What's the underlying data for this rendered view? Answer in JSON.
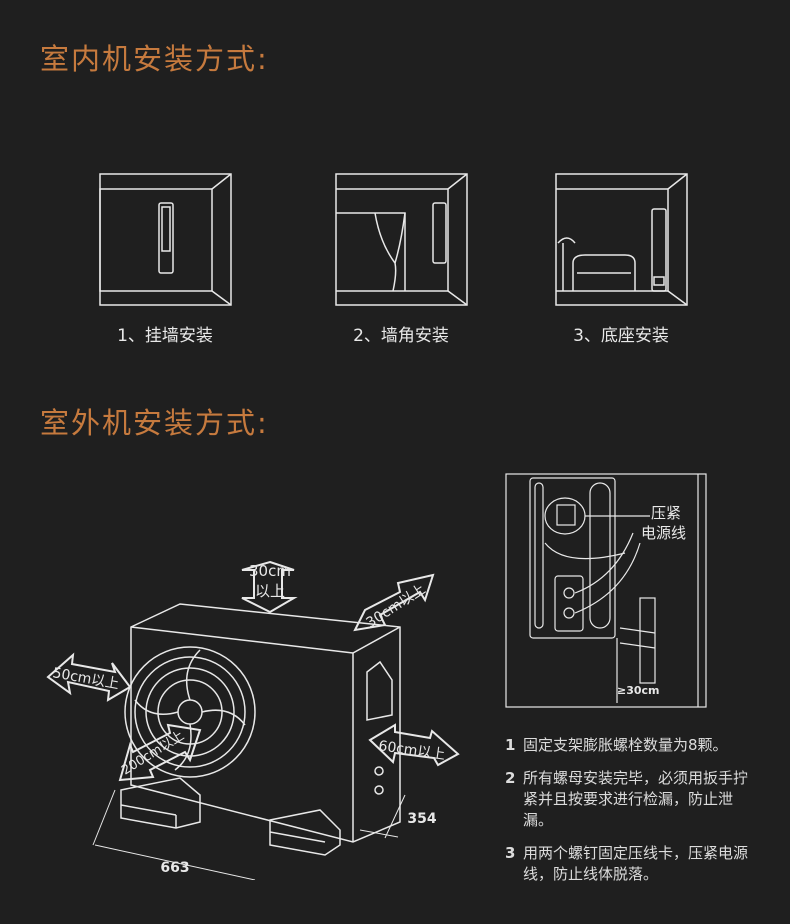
{
  "indoor": {
    "title": "室内机安装方式:",
    "methods": [
      {
        "label": "1、挂墙安装"
      },
      {
        "label": "2、墙角安装"
      },
      {
        "label": "3、底座安装"
      }
    ]
  },
  "outdoor": {
    "title": "室外机安装方式:",
    "clearances": {
      "top_line1": "30cm",
      "top_line2": "以上",
      "back_right": "30cm以上",
      "left": "50cm以上",
      "front": "200cm以上",
      "right": "60cm以上"
    },
    "dimensions": {
      "width": "663",
      "depth": "354"
    },
    "detail": {
      "callout_line1": "压紧",
      "callout_line2": "电源线",
      "distance": "≥30cm"
    },
    "notes": [
      {
        "num": "1",
        "text": "固定支架膨胀螺栓数量为8颗。"
      },
      {
        "num": "2",
        "text": "所有螺母安装完毕，必须用扳手拧紧并且按要求进行检漏，防止泄漏。"
      },
      {
        "num": "3",
        "text": "用两个螺钉固定压线卡，压紧电源线，防止线体脱落。"
      }
    ]
  },
  "colors": {
    "background": "#1f1f1f",
    "accent": "#c67a3e",
    "line": "#e8e8e8"
  }
}
